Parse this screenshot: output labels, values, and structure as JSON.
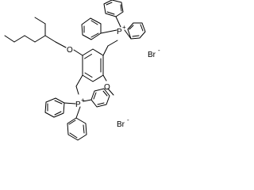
{
  "labels": {
    "oxygen_top": "O",
    "oxygen_bottom": "O",
    "phosphorus_top": "P",
    "phosphorus_bottom": "P",
    "charge_top": "+",
    "charge_bottom": "+",
    "bromide_1_symbol": "Br",
    "bromide_1_charge": "-",
    "bromide_2_symbol": "Br",
    "bromide_2_charge": "-"
  },
  "colors": {
    "bond": "#000000",
    "background": "#ffffff"
  }
}
